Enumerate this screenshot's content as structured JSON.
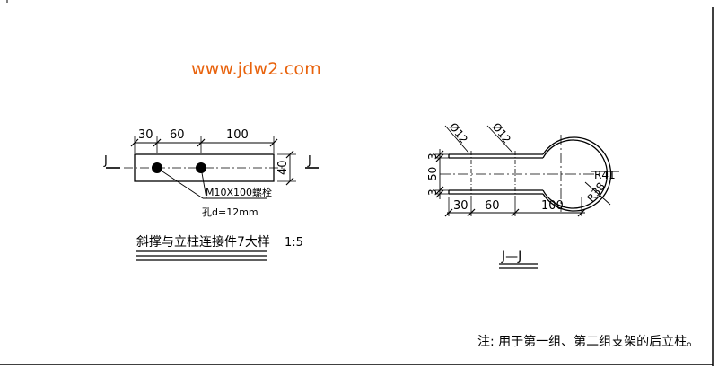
{
  "watermark": "www.jdw2.com",
  "left_view": {
    "section_mark_left": "J",
    "section_mark_right": "J",
    "dim_30": "30",
    "dim_60": "60",
    "dim_100": "100",
    "dim_40": "40",
    "bolt_note": "M10X100螺栓",
    "hole_note": "孔d=12mm",
    "title": "斜撑与立柱连接件7大样",
    "scale": "1:5"
  },
  "right_view": {
    "phi_a": "Ø12",
    "phi_b": "Ø12",
    "dim_3_top": "3",
    "dim_50": "50",
    "dim_3_bottom": "3",
    "r41": "R41",
    "r38": "R38",
    "dim_30": "30",
    "dim_60": "60",
    "dim_100": "100",
    "title": "J—J"
  },
  "note": "注: 用于第一组、第二组支架的后立柱。",
  "colors": {
    "line": "#000000",
    "watermark": "#e8620c",
    "border": "#000000"
  }
}
